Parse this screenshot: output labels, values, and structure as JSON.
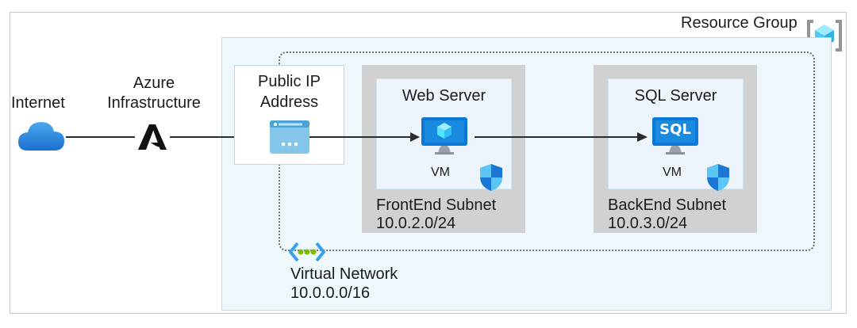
{
  "labels": {
    "internet": "Internet",
    "azure_line1": "Azure",
    "azure_line2": "Infrastructure",
    "resource_group": "Resource Group",
    "public_ip_line1": "Public IP",
    "public_ip_line2": "Address",
    "web_server": "Web Server",
    "sql_server": "SQL Server",
    "vm1": "VM",
    "vm2": "VM",
    "sql_badge": "SQL",
    "frontend_subnet": "FrontEnd Subnet",
    "frontend_cidr": "10.0.2.0/24",
    "backend_subnet": "BackEnd Subnet",
    "backend_cidr": "10.0.3.0/24",
    "vnet": "Virtual Network",
    "vnet_cidr": "10.0.0.0/16"
  },
  "icons": {
    "internet": "cloud-icon",
    "azure": "azure-logo-icon",
    "resource_group": "resource-group-icon",
    "public_ip": "public-ip-icon",
    "web_vm": "vm-monitor-icon",
    "sql_vm": "sql-monitor-icon",
    "shield": "shield-icon",
    "vnet": "virtual-network-icon"
  },
  "colors": {
    "azure_blue": "#0078d4",
    "light_blue": "#50e6ff",
    "vnet_fill": "#eef7fb",
    "subnet_gray": "#d1d1d1",
    "vnet_green": "#7fba00"
  }
}
